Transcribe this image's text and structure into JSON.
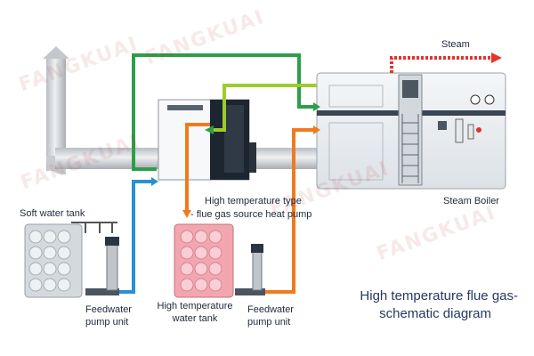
{
  "watermark": "FANGKUAI",
  "labels": {
    "steam": "Steam",
    "soft_water_tank": "Soft water tank",
    "heat_pump_line1": "High temperature type",
    "heat_pump_line2": "- flue gas source heat pump",
    "steam_boiler": "Steam Boiler",
    "feedwater_pump_left_1": "Feedwater",
    "feedwater_pump_left_2": "pump unit",
    "hot_tank_1": "High temperature",
    "hot_tank_2": "water tank",
    "feedwater_pump_right_1": "Feedwater",
    "feedwater_pump_right_2": "pump unit",
    "caption_1": "High temperature flue gas-",
    "caption_2": "schematic diagram"
  },
  "colors": {
    "steam": "#e8322b",
    "green_loop": "#2e9e48",
    "yellow_green_loop": "#9ccc2a",
    "orange_loop": "#f07a1c",
    "blue_feed": "#2a8fd6",
    "flue_pipe": "#c9cdd2",
    "tank_white": "#dfe3e7",
    "tank_pink": "#f2a7b0",
    "caption": "#243a5e"
  }
}
